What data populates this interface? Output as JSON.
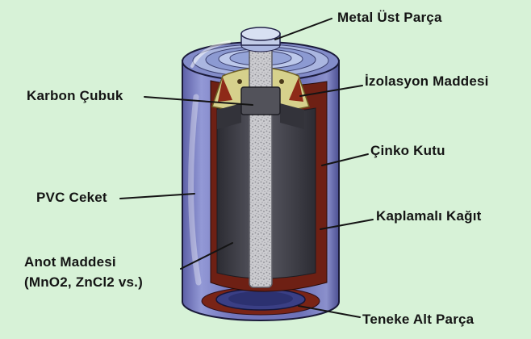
{
  "scene": "Zinc-carbon battery cutaway diagram",
  "background_color": "#d7f2d7",
  "labels": {
    "metal_top": "Metal Üst Parça",
    "insulation": "İzolasyon Maddesi",
    "carbon_rod": "Karbon Çubuk",
    "zinc_can": "Çinko Kutu",
    "pvc_jacket": "PVC Ceket",
    "coated_paper": "Kaplamalı Kağıt",
    "anode_material_line1": "Anot Maddesi",
    "anode_material_line2": "(MnO2, ZnCl2 vs.)",
    "bottom_tin": "Teneke Alt Parça"
  },
  "colors": {
    "pvc_jacket_purple": "#7478c0",
    "zinc_can_red": "#7a2416",
    "anode_dark_gray": "#3c3c44",
    "carbon_rod_gray": "#c9c9cf",
    "insulator_yellow": "#d6d18c",
    "metal_cap_blue": "#c9d2ec",
    "bottom_cup_blue": "#3a3f85",
    "label_text": "#141414",
    "pointer_line": "#141414"
  }
}
